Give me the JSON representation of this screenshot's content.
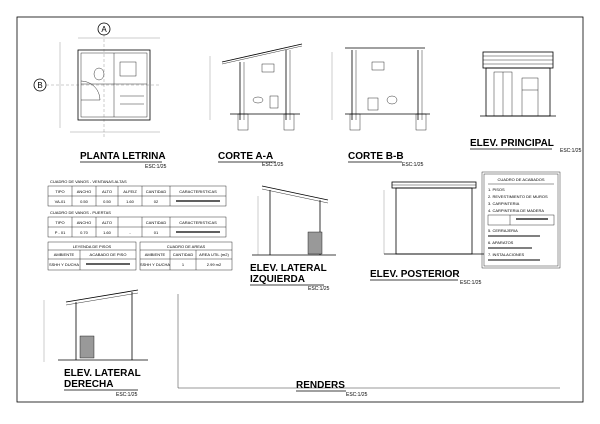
{
  "titles": {
    "planta": "PLANTA LETRINA",
    "corte_aa": "CORTE A-A",
    "corte_bb": "CORTE B-B",
    "elev_principal": "ELEV. PRINCIPAL",
    "elev_lat_izq_1": "ELEV. LATERAL",
    "elev_lat_izq_2": "IZQUIERDA",
    "elev_posterior": "ELEV. POSTERIOR",
    "elev_lat_der_1": "ELEV. LATERAL",
    "elev_lat_der_2": "DERECHA",
    "renders": "RENDERS"
  },
  "scale": "ESC:1/25",
  "section_markers": {
    "a": "A",
    "b": "B"
  },
  "vanos_ventanas": {
    "title": "CUADRO DE VANOS - VENTANAS ALTAS",
    "headers": [
      "TIPO",
      "ANCHO",
      "ALTO",
      "ALFEIZ",
      "CANTIDAD",
      "CARACTERISTICAS"
    ],
    "row": [
      "VA-01",
      "0.50",
      "0.50",
      "1.60",
      "02"
    ]
  },
  "vanos_puertas": {
    "title": "CUADRO DE VANOS - PUERTAS",
    "headers": [
      "TIPO",
      "ANCHO",
      "ALTO",
      "",
      "CANTIDAD",
      "CARACTERISTICAS"
    ],
    "row": [
      "P - 01",
      "0.70",
      "1.60",
      "-",
      "01"
    ]
  },
  "leyenda_pisos": {
    "title": "LEYENDA DE PISOS",
    "headers": [
      "AMBIENTE",
      "ACABADO DE PISO"
    ],
    "row": [
      "SSHH Y DUCHA",
      ""
    ]
  },
  "cuadro_areas": {
    "title": "CUADRO DE AREAS",
    "headers": [
      "AMBIENTE",
      "CANTIDAD",
      "AREA UTIL (m2)"
    ],
    "row": [
      "SSHH Y DUCHA",
      "1",
      "2.99 m2"
    ]
  },
  "acabados": {
    "title": "CUADRO DE ACABADOS",
    "items": [
      "1. PISOS",
      "2. REVESTIMIENTO DE MUROS",
      "3. CARPINTERIA",
      "4. CARPINTERIA DE MADERA",
      "5. CERRAJERIA",
      "6. APARATOS",
      "7. INSTALACIONES"
    ]
  }
}
